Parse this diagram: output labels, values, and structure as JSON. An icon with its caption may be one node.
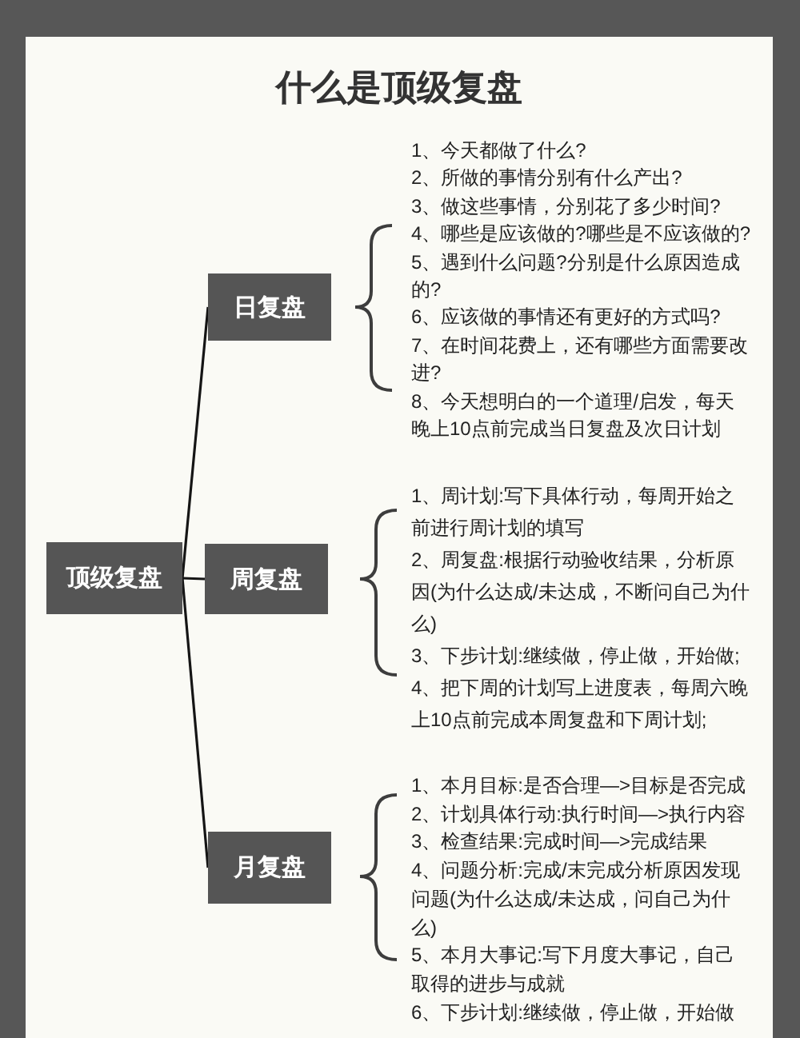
{
  "diagram": {
    "title": "什么是顶级复盘",
    "nodes": [
      {
        "text": [
          "顶级复盘"
        ]
      },
      {
        "text": [
          "日复盘"
        ]
      },
      {
        "text": [
          "周复盘"
        ]
      },
      {
        "text": [
          "月复盘"
        ]
      }
    ],
    "edges": [
      {
        "from": 0,
        "to": 1,
        "arrow": "none"
      },
      {
        "from": 0,
        "to": 2,
        "arrow": "none"
      },
      {
        "from": 0,
        "to": 3,
        "arrow": "none"
      }
    ],
    "labels": [
      "1、今天都做了什么?",
      "2、所做的事情分别有什么产出?",
      "3、做这些事情，分别花了多少时间?",
      "4、哪些是应该做的?哪些是不应该做的?",
      "5、遇到什么问题?分别是什么原因造成的?",
      "6、应该做的事情还有更好的方式吗?",
      "7、在时间花费上，还有哪些方面需要改进?",
      "8、今天想明白的一个道理/启发，每天晚上10点前完成当日复盘及次日计划",
      "1、周计划:写下具体行动，每周开始之前进行周计划的填写",
      "2、周复盘:根据行动验收结果，分析原因(为什么达成/未达成，不断问自己为什么)",
      "3、下步计划:继续做，停止做，开始做;",
      "4、把下周的计划写上进度表，每周六晚上10点前完成本周复盘和下周计划;",
      "1、本月目标:是否合理—>目标是否完成",
      "2、计划具体行动:执行时间—>执行内容",
      "3、检查结果:完成时间—>完成结果",
      "4、问题分析:完成/末完成分析原因发现问题(为什么达成/未达成，问自己为什么)",
      "5、本月大事记:写下月度大事记，自己取得的进步与成就",
      "6、下步计划:继续做，停止做，开始做"
    ]
  }
}
